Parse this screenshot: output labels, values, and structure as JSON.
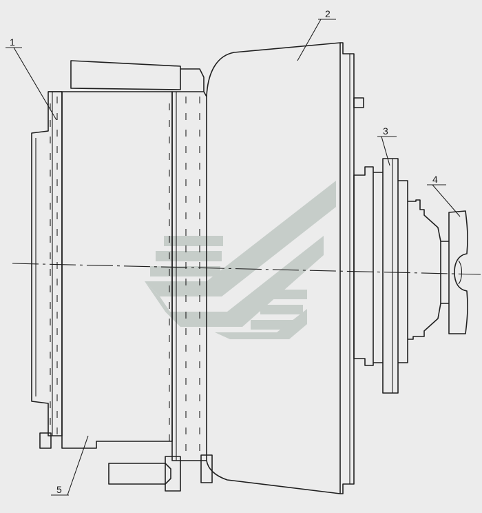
{
  "callouts": [
    {
      "id": "1",
      "label": "1"
    },
    {
      "id": "2",
      "label": "2"
    },
    {
      "id": "3",
      "label": "3"
    },
    {
      "id": "4",
      "label": "4"
    },
    {
      "id": "5",
      "label": "5"
    }
  ],
  "colors": {
    "background": "#ececec",
    "line": "#1f1f1f",
    "watermark": "#c6cdc9"
  }
}
